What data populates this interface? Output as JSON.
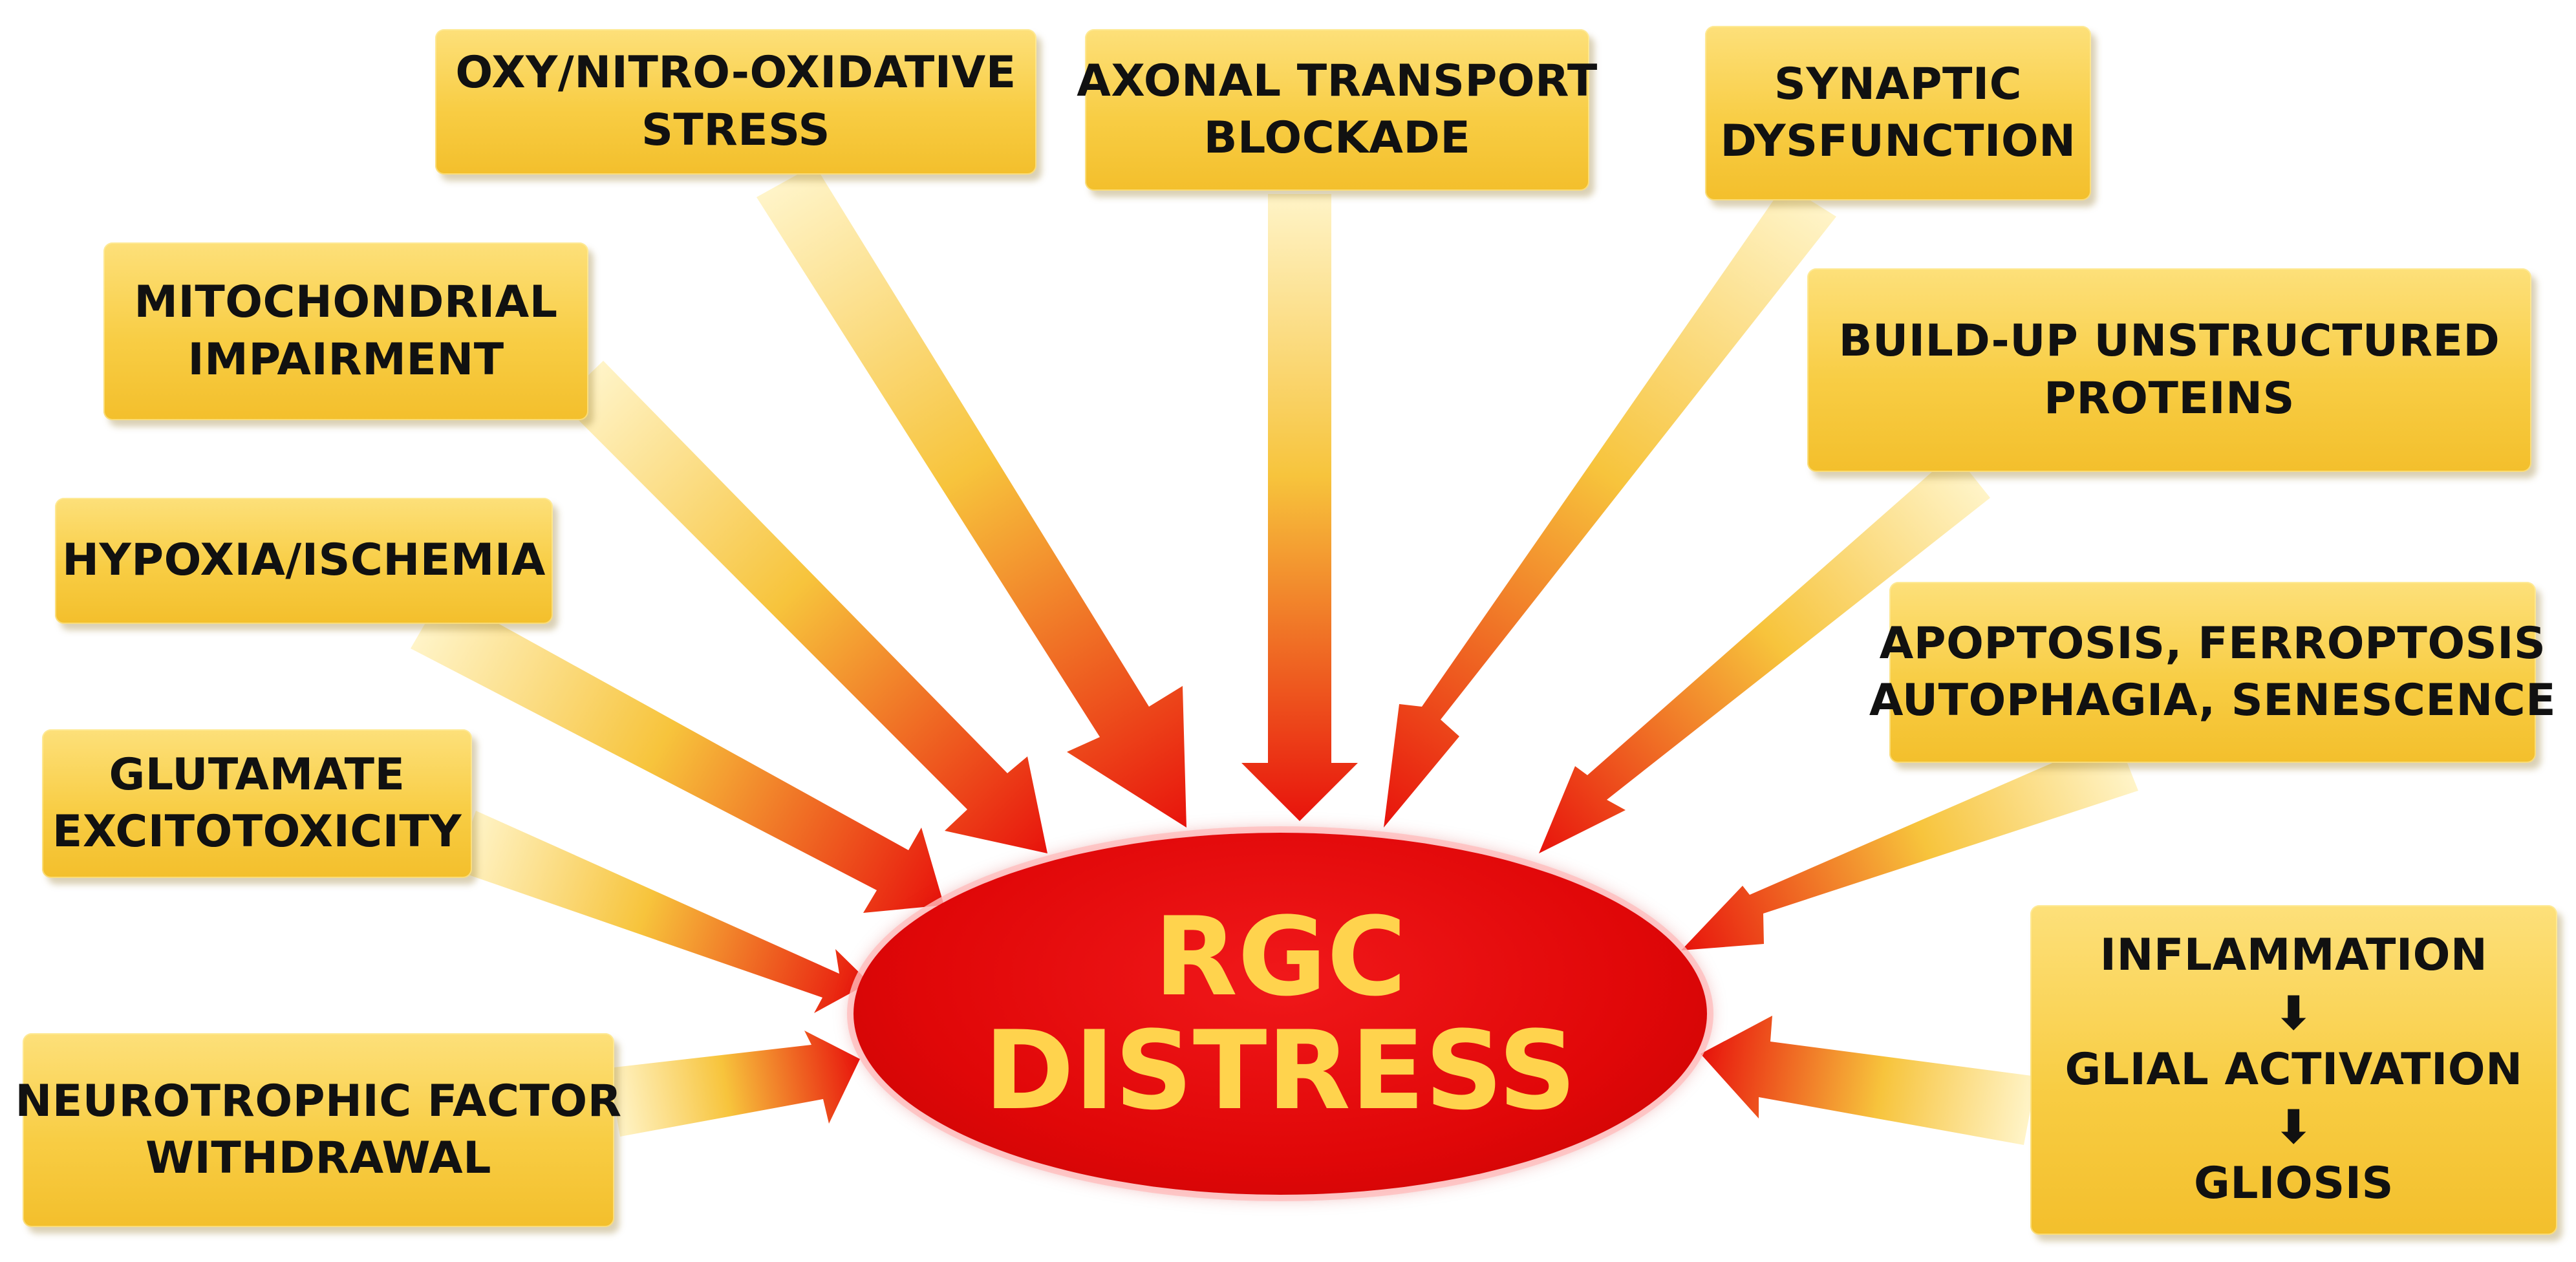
{
  "center": {
    "line1": "RGC",
    "line2": "DISTRESS"
  },
  "causes": {
    "oxy": [
      "OXY/NITRO-OXIDATIVE",
      "STRESS"
    ],
    "axonal": [
      "AXONAL TRANSPORT",
      "BLOCKADE"
    ],
    "synaptic": [
      "SYNAPTIC",
      "DYSFUNCTION"
    ],
    "mito": [
      "MITOCHONDRIAL",
      "IMPAIRMENT"
    ],
    "buildup": [
      "BUILD-UP UNSTRUCTURED",
      "PROTEINS"
    ],
    "hypoxia": [
      "HYPOXIA/ISCHEMIA"
    ],
    "apoptosis": [
      "APOPTOSIS, FERROPTOSIS",
      "AUTOPHAGIA, SENESCENCE"
    ],
    "glutamate": [
      "GLUTAMATE",
      "EXCITOTOXICITY"
    ],
    "neuro": [
      "NEUROTROPHIC FACTOR",
      "WITHDRAWAL"
    ],
    "inflammation": [
      "INFLAMMATION",
      "GLIAL ACTIVATION",
      "GLIOSIS"
    ]
  },
  "colors": {
    "box_fill": "#f8cd44",
    "ellipse_fill": "#e00708",
    "center_text": "#ffd34d",
    "arrow_head": "#e8130c",
    "arrow_tail": "#fff2c0"
  },
  "icons": {
    "chain_arrow": "down-arrow-icon"
  }
}
